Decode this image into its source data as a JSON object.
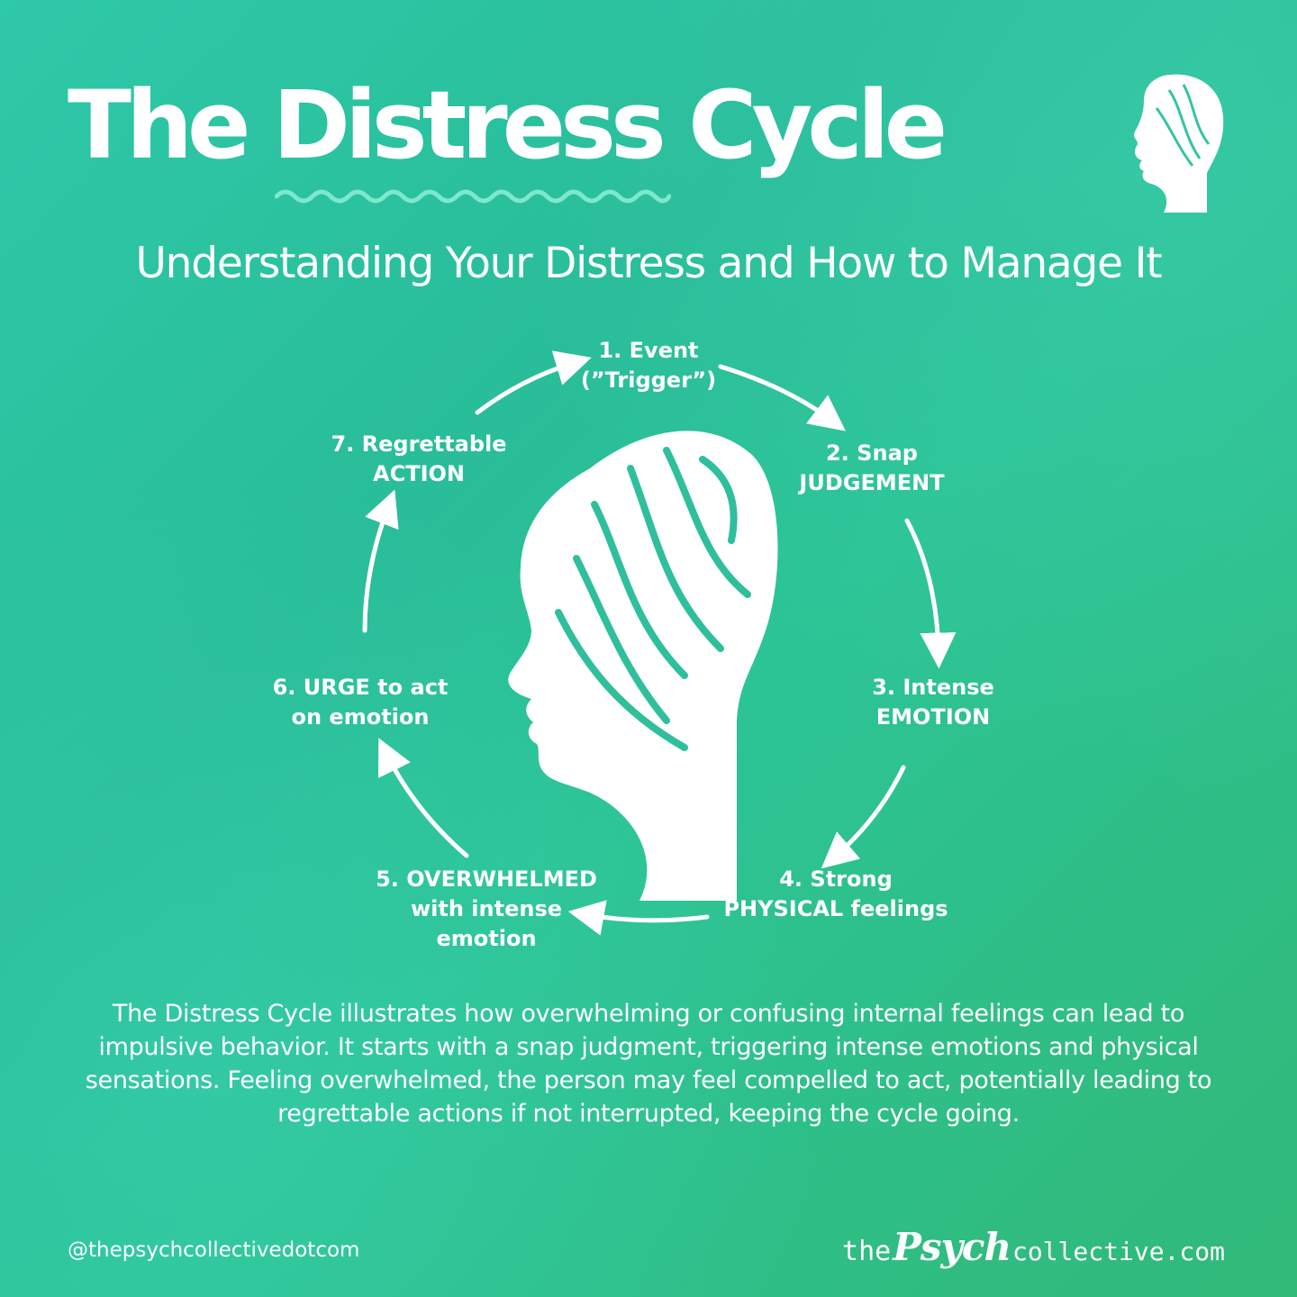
{
  "header": {
    "title": "The Distress Cycle",
    "subtitle": "Understanding Your Distress and How to Manage It"
  },
  "cycle": {
    "steps": [
      {
        "line1": "1. Event",
        "line2": "(”Trigger”)"
      },
      {
        "line1": "2. Snap",
        "line2": "JUDGEMENT"
      },
      {
        "line1": "3. Intense",
        "line2": "EMOTION"
      },
      {
        "line1": "4. Strong",
        "line2": "PHYSICAL feelings"
      },
      {
        "line1": "5. OVERWHELMED",
        "line2": "with intense",
        "line3": "emotion"
      },
      {
        "line1": "6. URGE to act",
        "line2": "on emotion"
      },
      {
        "line1": "7. Regrettable",
        "line2": "ACTION"
      }
    ]
  },
  "description": "The Distress Cycle illustrates how overwhelming or confusing internal feelings can lead to impulsive behavior. It starts with a snap judgment, triggering intense emotions and physical sensations. Feeling overwhelmed, the person may feel compelled to act, potentially leading to regrettable actions if not interrupted, keeping the cycle going.",
  "footer": {
    "handle": "@thepsychcollectivedotcom",
    "brand_prefix": "the",
    "brand_script": "Psych",
    "brand_suffix": "collective.com"
  },
  "colors": {
    "background_start": "#2ec9a9",
    "background_end": "#31b978",
    "foreground": "#ffffff",
    "accent_squiggle": "#7ee8cc"
  },
  "icons": [
    "head-silhouette-icon",
    "cycle-arrow-icon"
  ]
}
